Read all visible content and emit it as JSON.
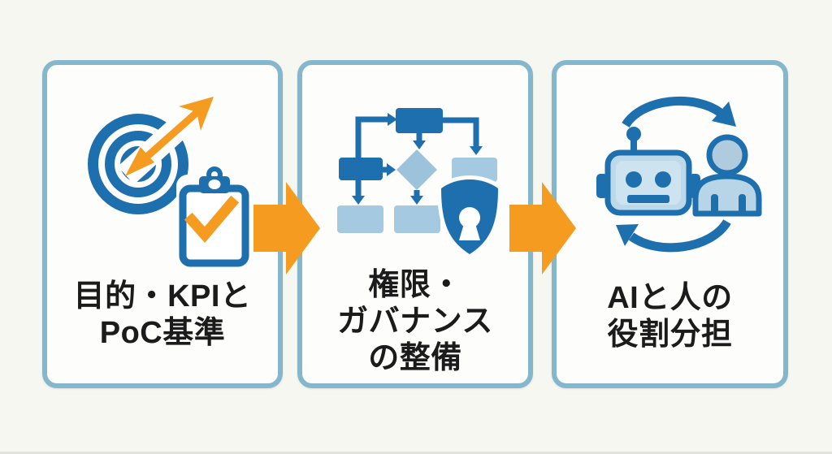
{
  "page": {
    "type": "three-step process diagram",
    "background": "#F7F7F1"
  },
  "colors": {
    "page_bg": "#F7F7F1",
    "card_bg": "#FDFDFC",
    "card_border": "#85B7CC",
    "dark_blue": "#1E6FAD",
    "light_blue": "#A4C9E1",
    "diamond_blue": "#9DC2DB",
    "robot_face": "#BCD9EA",
    "robot_inner": "#CDE3F0",
    "person_body": "#B7D5E7",
    "person_head": "#AFCBDD",
    "orange": "#F49B20",
    "text_color": "#1B1B1B"
  },
  "cards": [
    {
      "id": "objectives-kpi",
      "icon": "target-dart-clipboard-icon",
      "label_lines": [
        "目的・KPIと",
        "PoC基準"
      ]
    },
    {
      "id": "governance",
      "icon": "flowchart-shield-lock-icon",
      "label_lines": [
        "権限・",
        "ガバナンス",
        "の整備"
      ]
    },
    {
      "id": "role-division",
      "icon": "robot-human-cycle-icon",
      "label_lines": [
        "AIと人の",
        "役割分担"
      ]
    }
  ],
  "arrows": {
    "count": 2,
    "direction": "right",
    "color": "#F49B20"
  }
}
